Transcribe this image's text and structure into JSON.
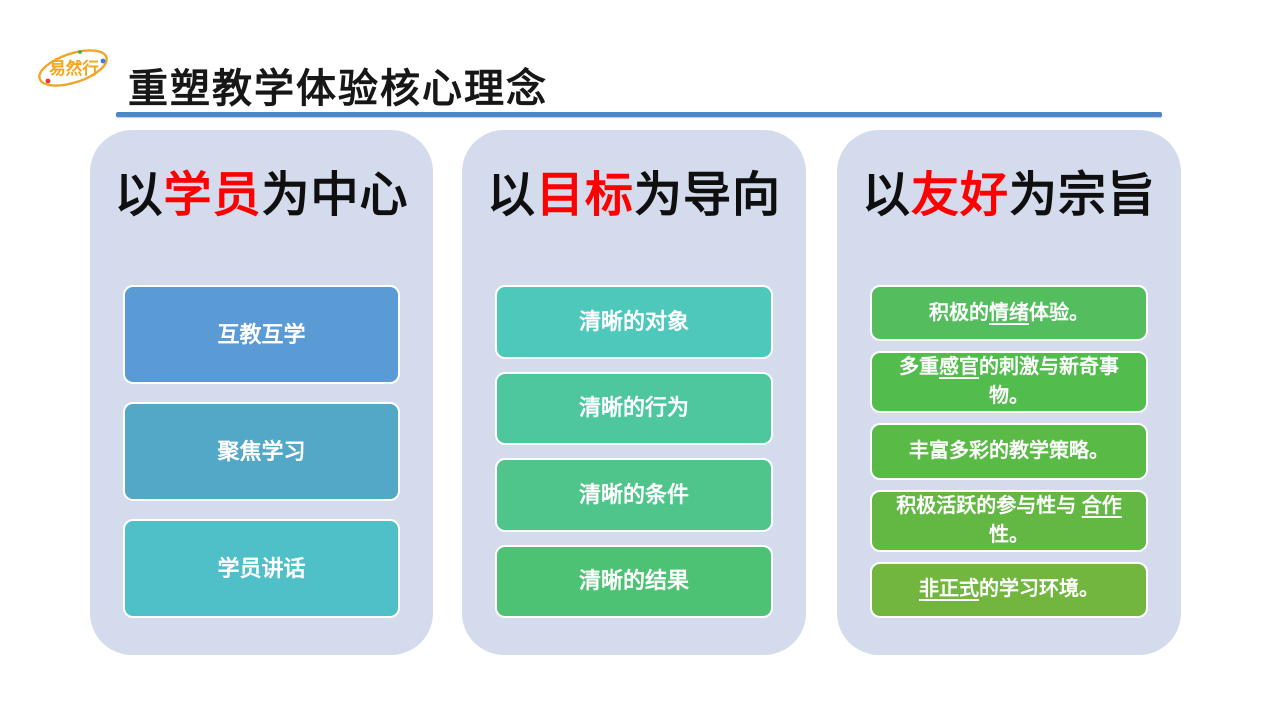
{
  "theme": {
    "panel_bg": "#D3DBEC",
    "highlight_red": "#FF0000",
    "title_color": "#171717",
    "divider_color": "#4C86C4",
    "box_border": "#FFFFFF",
    "box_text": "#FFFFFF"
  },
  "logo": {
    "text": "易然行",
    "text_color": "#F7A31C",
    "orbit_color": "#F2A42A",
    "dot_blue": "#3D7CD8",
    "dot_red": "#E2392B",
    "dot_green": "#3FAE49"
  },
  "header": {
    "title": "重塑教学体验核心理念"
  },
  "columns": [
    {
      "header": {
        "pre": "以",
        "highlight": "学员",
        "post": "为中心"
      },
      "boxes": [
        {
          "pre": "互教互学",
          "u": "",
          "post": "",
          "color": "#5B9BD5"
        },
        {
          "pre": "聚焦学习",
          "u": "",
          "post": "",
          "color": "#52A8C6"
        },
        {
          "pre": "学员讲话",
          "u": "",
          "post": "",
          "color": "#4FC0C8"
        }
      ]
    },
    {
      "header": {
        "pre": "以",
        "highlight": "目标",
        "post": "为导向"
      },
      "boxes": [
        {
          "pre": "清晰的对象",
          "u": "",
          "post": "",
          "color": "#4FC8BC"
        },
        {
          "pre": "清晰的行为",
          "u": "",
          "post": "",
          "color": "#4EC79E"
        },
        {
          "pre": "清晰的条件",
          "u": "",
          "post": "",
          "color": "#4FC48B"
        },
        {
          "pre": "清晰的结果",
          "u": "",
          "post": "",
          "color": "#4EC274"
        }
      ]
    },
    {
      "header": {
        "pre": "以",
        "highlight": "友好",
        "post": "为宗旨"
      },
      "boxes": [
        {
          "pre": "积极的",
          "u": "情绪",
          "post": "体验。",
          "color": "#54BE5F"
        },
        {
          "pre": "多重",
          "u": "感官",
          "post": "的刺激与新奇事物。",
          "color": "#52BC4D"
        },
        {
          "pre": "丰富多彩的教学策略。",
          "u": "",
          "post": "",
          "color": "#5ABA46"
        },
        {
          "pre": "积极活跃的参与性与 ",
          "u": "合作",
          "post": "性。",
          "color": "#62B843"
        },
        {
          "pre": "",
          "u": "非正式",
          "post": "的学习环境。",
          "color": "#72B53F"
        }
      ]
    }
  ]
}
